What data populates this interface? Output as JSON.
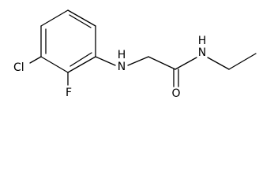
{
  "molecule": {
    "atoms": {
      "chlorine": "Cl",
      "fluorine": "F",
      "amine_nitrogen": "H\nN",
      "amine_n": "N",
      "amine_h": "H",
      "carbonyl_oxygen": "O",
      "amide_h": "H",
      "amide_n": "N"
    }
  }
}
